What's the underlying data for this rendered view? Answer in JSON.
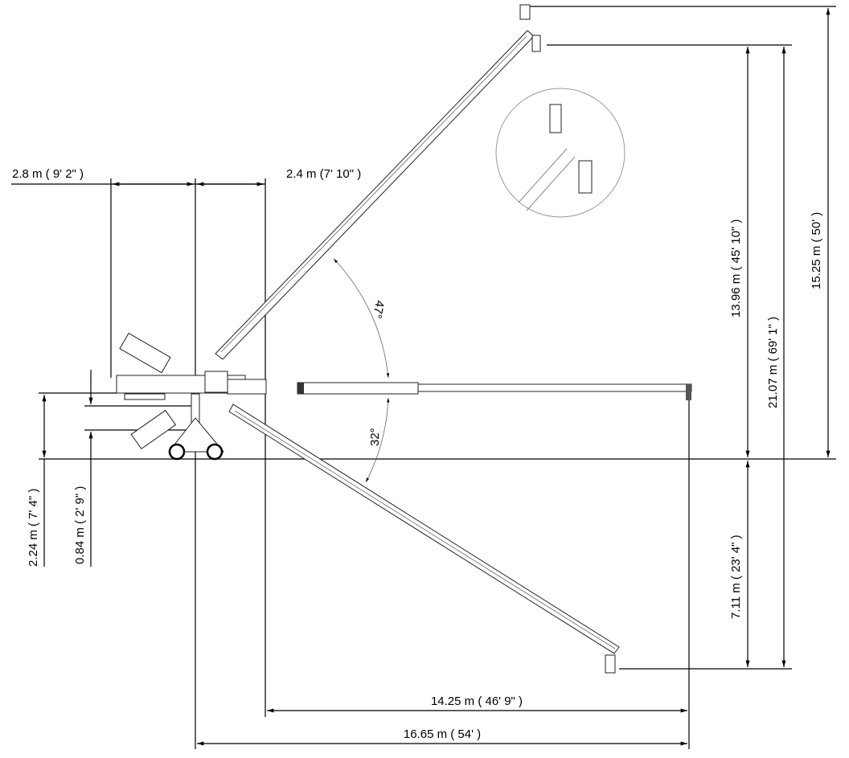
{
  "dimensions": {
    "rear_length": "2.8 m ( 9' 2\" )",
    "front_offset": "2.4 m (7' 10\" )",
    "height_up_lens": "13.96 m ( 45' 10\" )",
    "total_vertical_range": "21.07 m ( 69' 1\" )",
    "max_height": "15.25 m ( 50' )",
    "depth_below": "7.11 m ( 23' 4\" )",
    "reach_from_front": "14.25 m ( 46' 9\" )",
    "reach_from_center": "16.65 m ( 54' )",
    "pivot_height": "2.24 m ( 7' 4\" )",
    "min_lens_height": "0.84 m ( 2' 9\" )"
  },
  "angles": {
    "up": "47°",
    "down": "32°"
  },
  "colors": {
    "line": "#000000",
    "background": "#ffffff"
  }
}
